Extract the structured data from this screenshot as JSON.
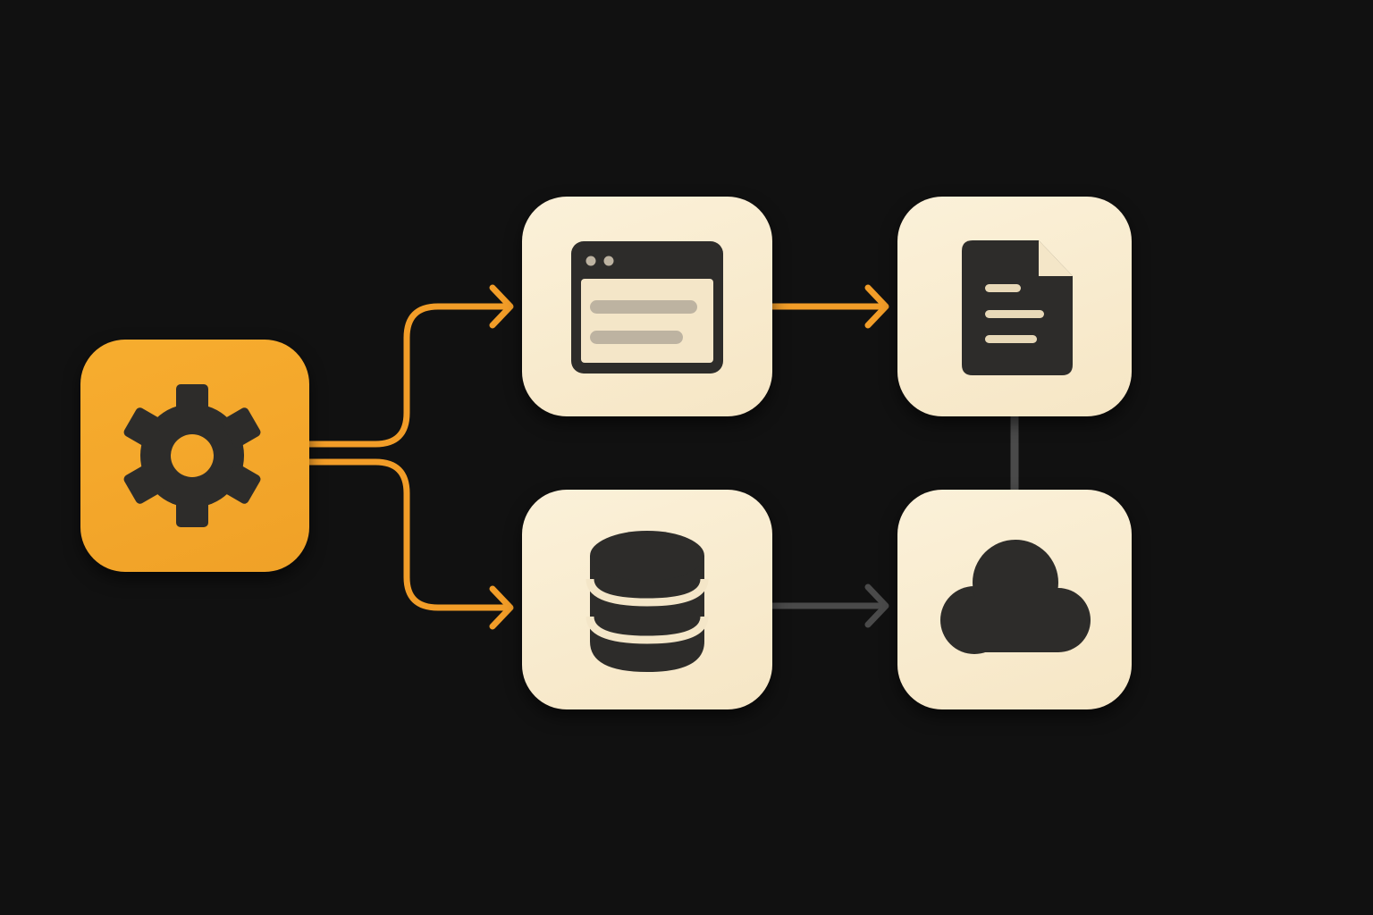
{
  "diagram": {
    "nodes": [
      {
        "id": "gear",
        "icon": "gear-icon",
        "style": "accent"
      },
      {
        "id": "browser",
        "icon": "browser-window-icon",
        "style": "light"
      },
      {
        "id": "document",
        "icon": "document-icon",
        "style": "light"
      },
      {
        "id": "database",
        "icon": "database-icon",
        "style": "light"
      },
      {
        "id": "cloud",
        "icon": "cloud-icon",
        "style": "light"
      }
    ],
    "edges": [
      {
        "from": "gear",
        "to": "browser",
        "arrow": true,
        "color": "#f29d28"
      },
      {
        "from": "gear",
        "to": "database",
        "arrow": true,
        "color": "#f29d28"
      },
      {
        "from": "browser",
        "to": "document",
        "arrow": true,
        "color": "#f29d28"
      },
      {
        "from": "database",
        "to": "cloud",
        "arrow": true,
        "color": "#4a4a4a"
      },
      {
        "from": "document",
        "to": "cloud",
        "arrow": false,
        "color": "#4a4a4a"
      }
    ]
  },
  "colors": {
    "background": "#111111",
    "accent": "#f5a92e",
    "tile": "#f9ecd0",
    "icon": "#2d2c2a",
    "icon_detail": "#bdb3a1",
    "orange_connector": "#f29d28",
    "gray_connector": "#4a4a4a"
  }
}
